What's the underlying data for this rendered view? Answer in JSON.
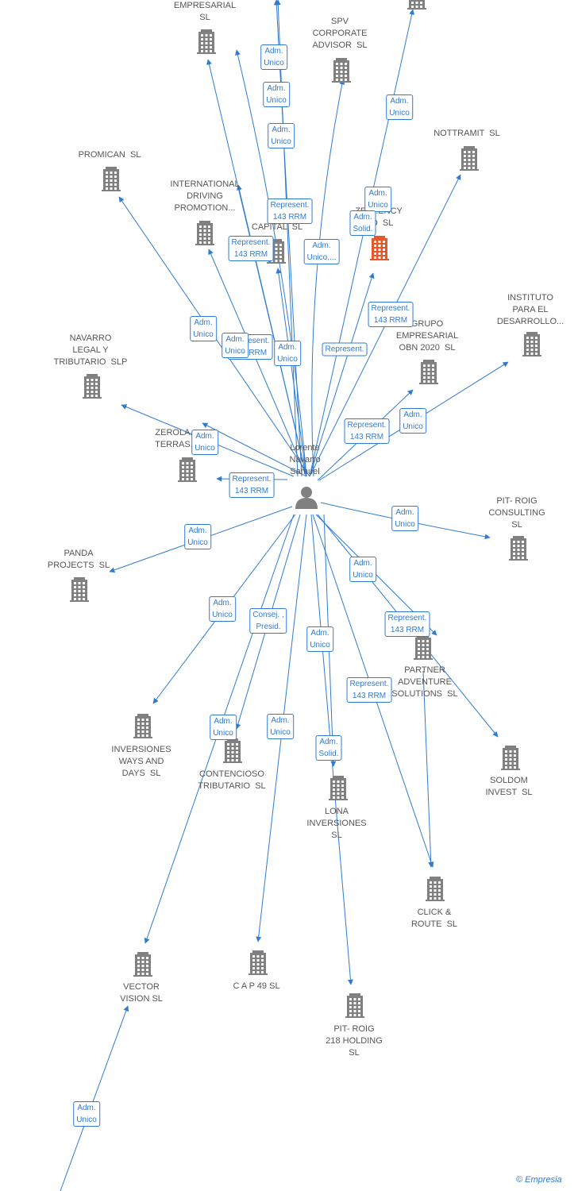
{
  "center_person": {
    "name": "Lorente\nNavarro\nSamuel"
  },
  "companies": [
    {
      "id": "empresarial",
      "name": "EMPRESARIAL\nSL",
      "highlight": false
    },
    {
      "id": "top_partial",
      "name": "",
      "highlight": false
    },
    {
      "id": "spv",
      "name": "SPV\nCORPORATE\nADVISOR  SL",
      "highlight": false
    },
    {
      "id": "nottramit",
      "name": "NOTTRAMIT  SL",
      "highlight": false
    },
    {
      "id": "promican",
      "name": "PROMICAN  SL",
      "highlight": false
    },
    {
      "id": "international",
      "name": "INTERNATIONAL\nDRIVING\nPROMOTION...",
      "highlight": false
    },
    {
      "id": "capital",
      "name": "R...\nCAPITAL  SL",
      "highlight": false
    },
    {
      "id": "zeppo",
      "name": "ZEP...ENCY\n...D  SL",
      "highlight": true
    },
    {
      "id": "instituto",
      "name": "INSTITUTO\nPARA EL\nDESARROLLO...",
      "highlight": false
    },
    {
      "id": "navarro",
      "name": "NAVARRO\nLEGAL Y\nTRIBUTARIO  SLP",
      "highlight": false
    },
    {
      "id": "grupo",
      "name": "GRUPO\nEMPRESARIAL\nOBN 2020  SL",
      "highlight": false
    },
    {
      "id": "zerola",
      "name": "ZEROLA...\nTERRAS...",
      "highlight": false
    },
    {
      "id": "pitroigc",
      "name": "PIT- ROIG\nCONSULTING\nSL",
      "highlight": false
    },
    {
      "id": "panda",
      "name": "PANDA\nPROJECTS  SL",
      "highlight": false
    },
    {
      "id": "partner",
      "name": "PARTNER\nADVENTURE\nSOLUTIONS  SL",
      "highlight": false
    },
    {
      "id": "inversiones",
      "name": "INVERSIONES\nWAYS AND\nDAYS  SL",
      "highlight": false
    },
    {
      "id": "contencioso",
      "name": "CONTENCIOSO\nTRIBUTARIO  SL",
      "highlight": false
    },
    {
      "id": "lona",
      "name": "LONA\nINVERSIONES\nSL",
      "highlight": false
    },
    {
      "id": "soldom",
      "name": "SOLDOM\nINVEST  SL",
      "highlight": false
    },
    {
      "id": "click",
      "name": "CLICK &\nROUTE  SL",
      "highlight": false
    },
    {
      "id": "vector",
      "name": "VECTOR\nVISION SL",
      "highlight": false
    },
    {
      "id": "cap49",
      "name": "C A P 49 SL",
      "highlight": false
    },
    {
      "id": "pitroig218",
      "name": "PIT- ROIG\n218 HOLDING\nSL",
      "highlight": false
    }
  ],
  "edge_labels": [
    {
      "text": "Adm.\nUnico"
    },
    {
      "text": "Adm.\nUnico"
    },
    {
      "text": "Adm.\nUnico"
    },
    {
      "text": "Adm.\nUnico"
    },
    {
      "text": "Adm.\nUnico"
    },
    {
      "text": "Represent.\n143 RRM"
    },
    {
      "text": "Adm.\nSolid."
    },
    {
      "text": "Represent.\n143 RRM"
    },
    {
      "text": "Adm.\nUnico,..."
    },
    {
      "text": "Represent.\n143 RRM"
    },
    {
      "text": "Adm.\nUnico"
    },
    {
      "text": "Represent.\n143 RRM"
    },
    {
      "text": "Adm.\nUnico"
    },
    {
      "text": "Adm.\nUnico"
    },
    {
      "text": "Represent."
    },
    {
      "text": "Represent.\n143 RRM"
    },
    {
      "text": "Adm.\nUnico"
    },
    {
      "text": "Adm.\nUnico"
    },
    {
      "text": "Represent.\n143 RRM"
    },
    {
      "text": "Adm.\nUnico"
    },
    {
      "text": "Adm.\nUnico"
    },
    {
      "text": "Adm.\nUnico"
    },
    {
      "text": "Adm.\nUnico"
    },
    {
      "text": "Consej. ,\nPresid."
    },
    {
      "text": "Adm.\nUnico"
    },
    {
      "text": "Represent.\n143 RRM"
    },
    {
      "text": "Represent.\n143 RRM"
    },
    {
      "text": "Adm.\nUnico"
    },
    {
      "text": "Adm.\nUnico"
    },
    {
      "text": "Adm.\nSolid."
    },
    {
      "text": "Adm.\nUnico"
    }
  ],
  "credit": {
    "symbol": "©",
    "brand": "Empresia"
  },
  "colors": {
    "edge": "#2f7bd0",
    "building": "#808080",
    "building_highlight": "#e8572a",
    "label": "#555555"
  }
}
